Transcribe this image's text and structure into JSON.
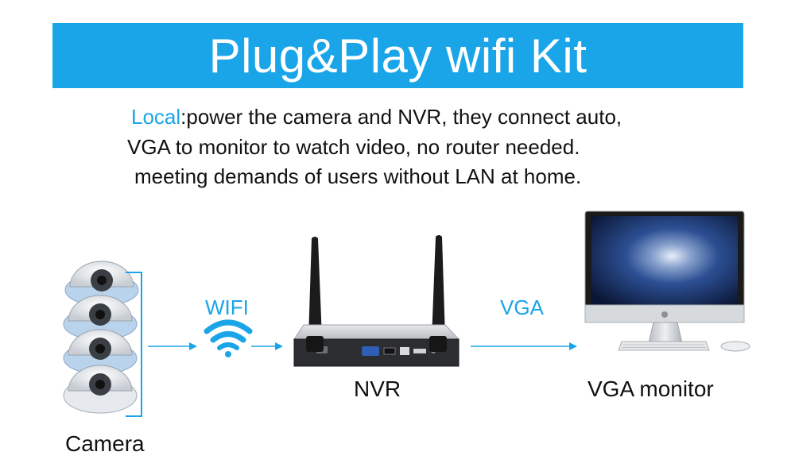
{
  "banner": {
    "title": "Plug&Play wifi Kit"
  },
  "description": {
    "line1_highlight": "Local",
    "line1_rest": ":power the camera and NVR, they connect auto,",
    "line2": "VGA  to monitor to watch video, no router needed.",
    "line3": "meeting demands of users without LAN at home."
  },
  "nodes": {
    "camera": "Camera",
    "nvr": "NVR",
    "monitor": "VGA monitor"
  },
  "links": {
    "wifi": "WIFI",
    "vga": "VGA"
  },
  "camera_count": 4,
  "colors": {
    "accent": "#1aa5e8",
    "banner_text": "#ffffff",
    "text": "#111111"
  },
  "icons": [
    "wifi-icon",
    "dome-camera-icon",
    "nvr-device-icon",
    "antenna-icon",
    "monitor-icon",
    "apple-logo-icon",
    "keyboard-icon",
    "mouse-icon"
  ]
}
